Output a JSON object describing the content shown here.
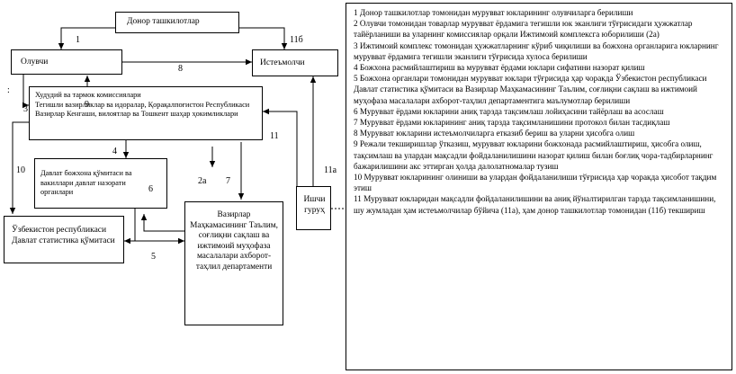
{
  "nodes": {
    "donor": "Донор ташкилотлар",
    "recipient": "Олувчи",
    "consumer": "Истеъмолчи",
    "commission_line1": "Худудий ва тармок комиссиялари",
    "commission_line2": "Тегишли вазирликлар ва идоралар, Қорақалпоғистон Республикаси Вазирлар Кенгаши, вилоятлар ва Тошкент шаҳар ҳокимликлари",
    "customs": "Давлат божхона қўмитаси ва вакиллари давлат назорати органлари",
    "statistics": "Ўзбекистон республикаси Давлат статистика қўмитаси",
    "ministry": "Вазирлар Маҳкамасининг Таълим, соғлиқни сақлаш ва ижтимоий муҳофаза масалалари ахборот-таҳлил департаменти",
    "working_group": "Ишчи гуруҳ"
  },
  "edge_labels": {
    "e1": "1",
    "e11b": "11б",
    "e8": "8",
    "e9": "9",
    "e3": "3",
    "e4": "4",
    "e6": "6",
    "e2a": "2а",
    "e7": "7",
    "e10": "10",
    "e11": "11",
    "e11a": "11а",
    "e5": "5",
    "colon": ":"
  },
  "legend": [
    "1 Донор ташкилотлар томонидан мурувват юкларининг олувчиларга берилиши",
    "2 Олувчи томонидан товарлар мурувват ёрдамига тегишли юк эканлиги тўғрисидаги ҳужжатлар тайёрланиши ва уларнинг комиссиялар орқали Ижтимоий комплексга юборилиши (2а)",
    "3 Ижтимоий комплекс томонидан ҳужжатларнинг кўриб чиқилиши ва божхона органларига юкларнинг мурувват ёрдамига тегишли эканлиги тўғрисида хулоса берилиши",
    "4 Божхона расмийлаштириш ва мурувват ёрдами юклари сифатини назорат қилиш",
    "5 Божхона органлари томонидан мурувват юклари тўғрисида ҳар чоракда Ўзбекистон республикаси Давлат статистика қўмитаси ва Вазирлар Маҳкамасининг Таълим, соғлиқни сақлаш ва ижтимоий муҳофаза масалалари ахборот-таҳлил департаментига маълумотлар берилиши",
    "6 Мурувват ёрдами юкларини аниқ тарзда тақсимлаш лойиҳасини тайёрлаш ва асослаш",
    "7 Мурувват ёрдами юкларининг аниқ тарзда тақсимланишини протокол билан тасдиқлаш",
    "8 Мурувват юкларини истеъмолчиларга етказиб бериш ва уларни ҳисобга олиш",
    "9 Режали текширишлар ўтказиш, мурувват юкларини божхонада расмийлаштириш, ҳисобга олиш, тақсимлаш ва улардан мақсадли фойдаланилишини назорат қилиш билан боғлиқ чора-тадбирларнинг бажарилишини акс эттирган ҳолда далолатномалар тузиш",
    "10 Мурувват юкларининг олиниши ва улардан фойдаланилиши тўғрисида ҳар чоракда ҳисобот тақдим этиш",
    "11 Мурувват юкларидан мақсадли фойдаланилишини ва аниқ йўналтирилган тарзда тақсимланишини, шу жумладан ҳам истеъмолчилар бўйича (11а), ҳам донор ташкилотлар томонидан (11б) текшириш"
  ]
}
